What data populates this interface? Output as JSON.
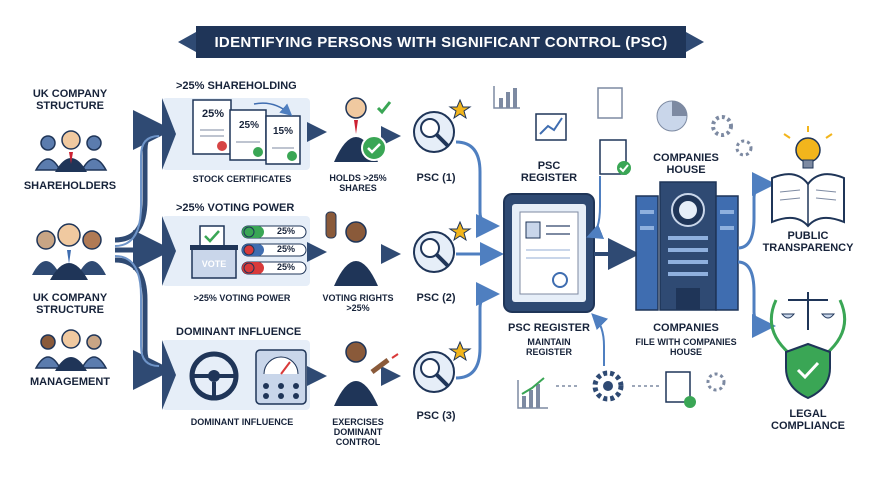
{
  "title": "IDENTIFYING PERSONS WITH SIGNIFICANT CONTROL (PSC)",
  "left": {
    "top_label": "UK COMPANY STRUCTURE",
    "shareholders": "SHAREHOLDERS",
    "mid_label": "UK COMPANY STRUCTURE",
    "management": "MANAGEMENT"
  },
  "rows": [
    {
      "heading": ">25% SHAREHOLDING",
      "cert_values": [
        "25%",
        "25%",
        "15%"
      ],
      "caption": "STOCK CERTIFICATES",
      "person_caption": "HOLDS >25% SHARES",
      "psc": "PSC (1)"
    },
    {
      "heading": ">25% VOTING POWER",
      "bars": [
        "25%",
        "25%",
        "25%"
      ],
      "vote_box": "VOTE",
      "caption": ">25% VOTING POWER",
      "person_caption": "VOTING RIGHTS >25%",
      "psc": "PSC (2)"
    },
    {
      "heading": "DOMINANT INFLUENCE",
      "caption": "DOMINANT INFLUENCE",
      "person_caption": "EXERCISES DOMINANT CONTROL",
      "psc": "PSC (3)"
    }
  ],
  "register": {
    "top_label": "PSC REGISTER",
    "bottom_label": "PSC REGISTER",
    "sub_label": "MAINTAIN REGISTER"
  },
  "house": {
    "top_label": "COMPANIES HOUSE",
    "bottom_label": "COMPANIES",
    "sub_label": "FILE WITH COMPANIES HOUSE"
  },
  "outcomes": {
    "transparency": "PUBLIC TRANSPARENCY",
    "compliance": "LEGAL COMPLIANCE"
  },
  "colors": {
    "navy": "#1f3558",
    "blue": "#3f6db0",
    "light_panel": "#e6eef8",
    "green": "#3aa655",
    "red": "#d93a3a",
    "gold": "#f2b51c"
  }
}
